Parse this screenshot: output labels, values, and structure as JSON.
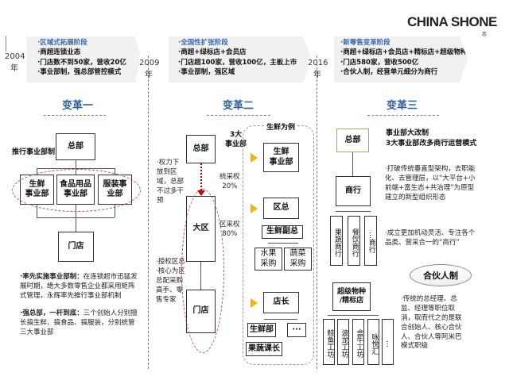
{
  "logo": {
    "text": "CHINA SHONE",
    "sub": "志"
  },
  "timeline": [
    {
      "year": "2004",
      "unit": "年",
      "stage": "·区域式拓展阶段",
      "items": [
        "·商超连锁业态",
        "·门店数不到50家，营收20亿",
        "·事业部制，强总部管控模式"
      ]
    },
    {
      "year": "2009",
      "unit": "年",
      "stage": "·全国性扩张阶段",
      "items": [
        "·商超+绿标店+会员店",
        "·门店超100家，营收100亿，主板上市",
        "·事业部制，强区域"
      ]
    },
    {
      "year": "2016",
      "unit": "年",
      "stage": "·新零售变革阶段",
      "items": [
        "·商超+绿标店+会员店+精标店+超级物种",
        "·门店580家，营收500亿",
        "·合伙人制，经营单元细分为商行"
      ]
    }
  ],
  "reform1": {
    "title": "变革一",
    "label": "推行事业部制",
    "hq": "总部",
    "divisions": [
      "生鲜\n事业部",
      "食品用品\n事业部",
      "服装事\n业部"
    ],
    "store": "门店",
    "notes": [
      {
        "bold": "·率先实施事业部制：",
        "text": "在连锁超市迅猛发展时期，绝大多数零售企业都采用矩阵式管理，永辉率先推行事业部机制"
      },
      {
        "bold": "·强总部，一杆到底：",
        "text": "三个创始人分别擅长搞生鲜、搞食品、搞服装，分别统管三大事业部"
      }
    ]
  },
  "reform2": {
    "title": "变革二",
    "hq": "总部",
    "divisions_label": "3大\n事业部",
    "region": "大区",
    "store": "门店",
    "note1": "·权力下放到区域，总部不过多干预",
    "note2": "·授权区总\n·核心为区总配采购高手、零售专家",
    "central_rights": "统采权\n20%",
    "region_rights": "区采权\n80%",
    "example": {
      "title": "生鲜为例",
      "fresh_division": "生鲜\n事业部",
      "region_head": "区总",
      "fresh_vp": "生鲜副总",
      "fruit": "水果\n采购",
      "veg": "蔬菜\n采购",
      "store_mgr": "店长",
      "fresh_dept": "生鲜部",
      "more": "···",
      "section_mgr": "果蔬课长"
    }
  },
  "reform3": {
    "title": "变革三",
    "hq": "总部",
    "firm": "商行",
    "firms": [
      "果蔬商行",
      "餐饮商行",
      "…商行"
    ],
    "heading1": "事业部大改制",
    "heading2": "3大事业部改多商行运营模式",
    "bullet1": "·打破传统垂直型架构，去职能化、去管理层，以“大平台+小前端+富生态+共治理”为原型建立的新型组织形态",
    "bullet2": "·成立更加机动灵活、专注各个品类、营采合一的“商行”",
    "partner": "合伙人制",
    "super": "超级物种\n/精标店",
    "workshops": [
      "鲑鱼工坊",
      "波龙工坊",
      "盒牛工坊",
      "咏悦汇",
      "…"
    ],
    "bullet3": "·传统的总经理、总监、经理等职位取消，取而代之的是联合创始人、核心合伙人、合伙人等阿米巴模式职级"
  }
}
